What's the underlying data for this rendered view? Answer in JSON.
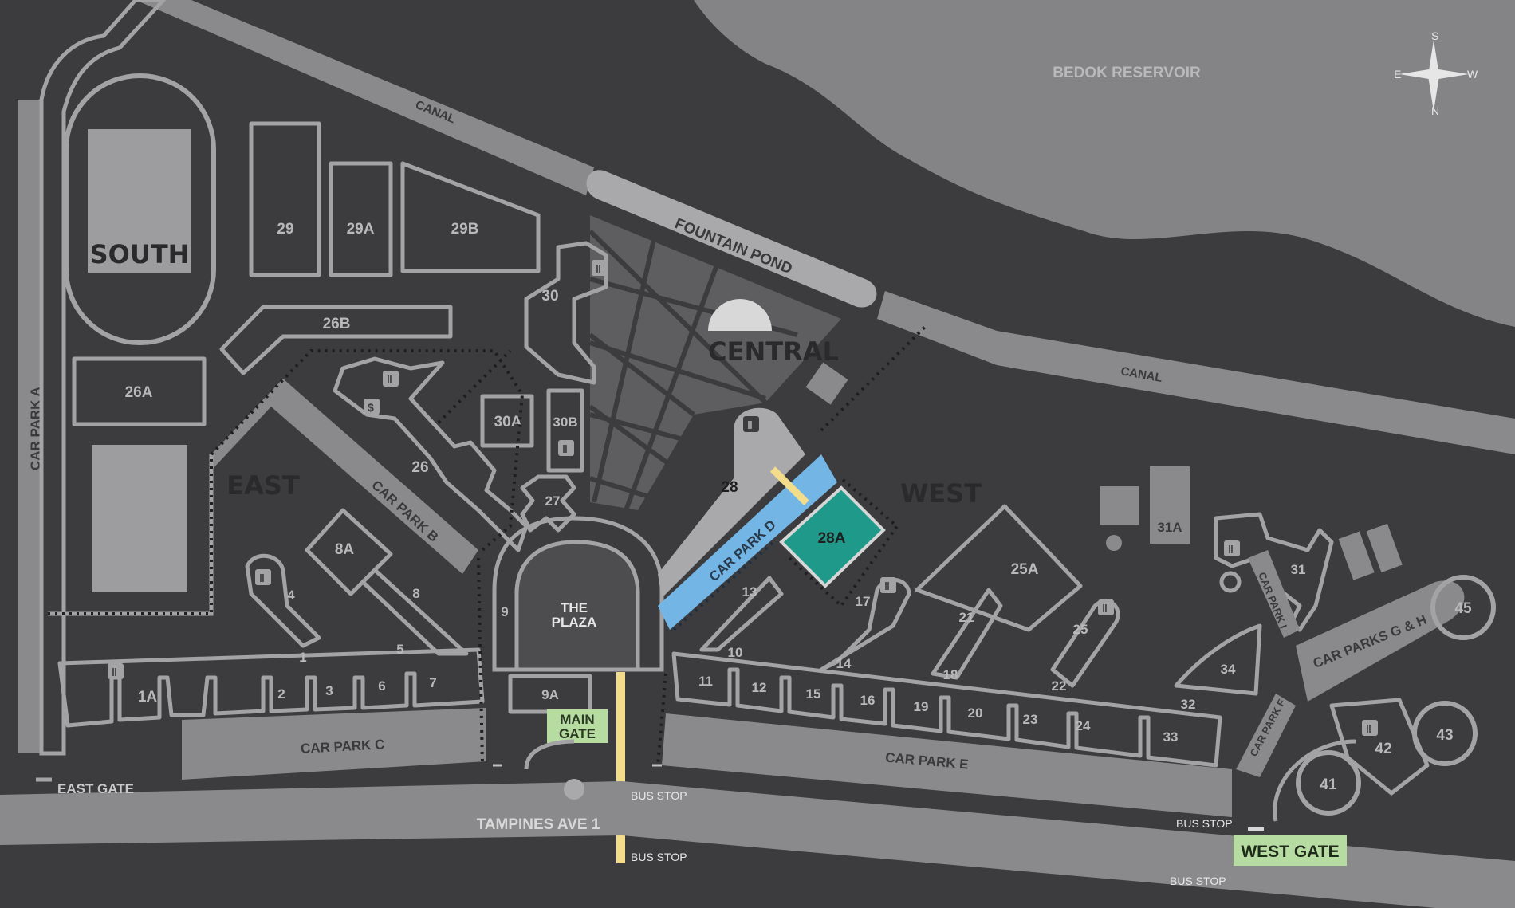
{
  "map": {
    "water": {
      "reservoir": "BEDOK RESERVOIR",
      "canal_top": "CANAL",
      "canal_right": "CANAL",
      "pond": "FOUNTAIN POND"
    },
    "compass": {
      "n": "N",
      "s": "S",
      "e": "E",
      "w": "W"
    },
    "zones": {
      "south": "SOUTH",
      "east": "EAST",
      "central": "CENTRAL",
      "west": "WEST"
    },
    "roads": {
      "car_park_a": "CAR PARK A",
      "car_park_b": "CAR PARK B",
      "car_park_c": "CAR PARK C",
      "car_park_d": "CAR PARK D",
      "car_park_e": "CAR PARK E",
      "car_park_f": "CAR PARK F",
      "car_park_i": "CAR PARK I",
      "car_parks_gh": "CAR PARKS G & H",
      "tampines": "TAMPINES AVE 1"
    },
    "gates": {
      "east": "EAST GATE",
      "main_line1": "MAIN",
      "main_line2": "GATE",
      "west": "WEST GATE"
    },
    "bus_stops": {
      "a": "BUS STOP",
      "b": "BUS STOP",
      "c": "BUS STOP",
      "d": "BUS STOP"
    },
    "plaza": {
      "line1": "THE",
      "line2": "PLAZA"
    },
    "blocks": {
      "b29": "29",
      "b29a": "29A",
      "b29b": "29B",
      "b26b": "26B",
      "b26a": "26A",
      "b30": "30",
      "b30a": "30A",
      "b30b": "30B",
      "b26": "26",
      "b27": "27",
      "b28": "28",
      "b28a": "28A",
      "b8a": "8A",
      "b4": "4",
      "b8": "8",
      "b1": "1",
      "b5": "5",
      "b1a": "1A",
      "b2": "2",
      "b3": "3",
      "b6": "6",
      "b7": "7",
      "b9": "9",
      "b9a": "9A",
      "b13": "13",
      "b10": "10",
      "b11": "11",
      "b12": "12",
      "b15": "15",
      "b14": "14",
      "b16": "16",
      "b17": "17",
      "b19": "19",
      "b18": "18",
      "b20": "20",
      "b21": "21",
      "b23": "23",
      "b22": "22",
      "b24": "24",
      "b25": "25",
      "b25a": "25A",
      "b32": "32",
      "b33": "33",
      "b31a": "31A",
      "b31": "31",
      "b34": "34",
      "b45": "45",
      "b42": "42",
      "b43": "43",
      "b41": "41"
    },
    "icons": [
      "restaurant-icon",
      "dollar-icon",
      "compass-icon"
    ],
    "colors": {
      "background": "#3c3c3e",
      "water": "#848486",
      "building_stroke": "#a3a3a5",
      "highlight_teal": "#1f9a8a",
      "highlight_blue": "#73b6e6",
      "path_yellow": "#f3dd8a",
      "gate_green": "#b7dca2"
    }
  }
}
